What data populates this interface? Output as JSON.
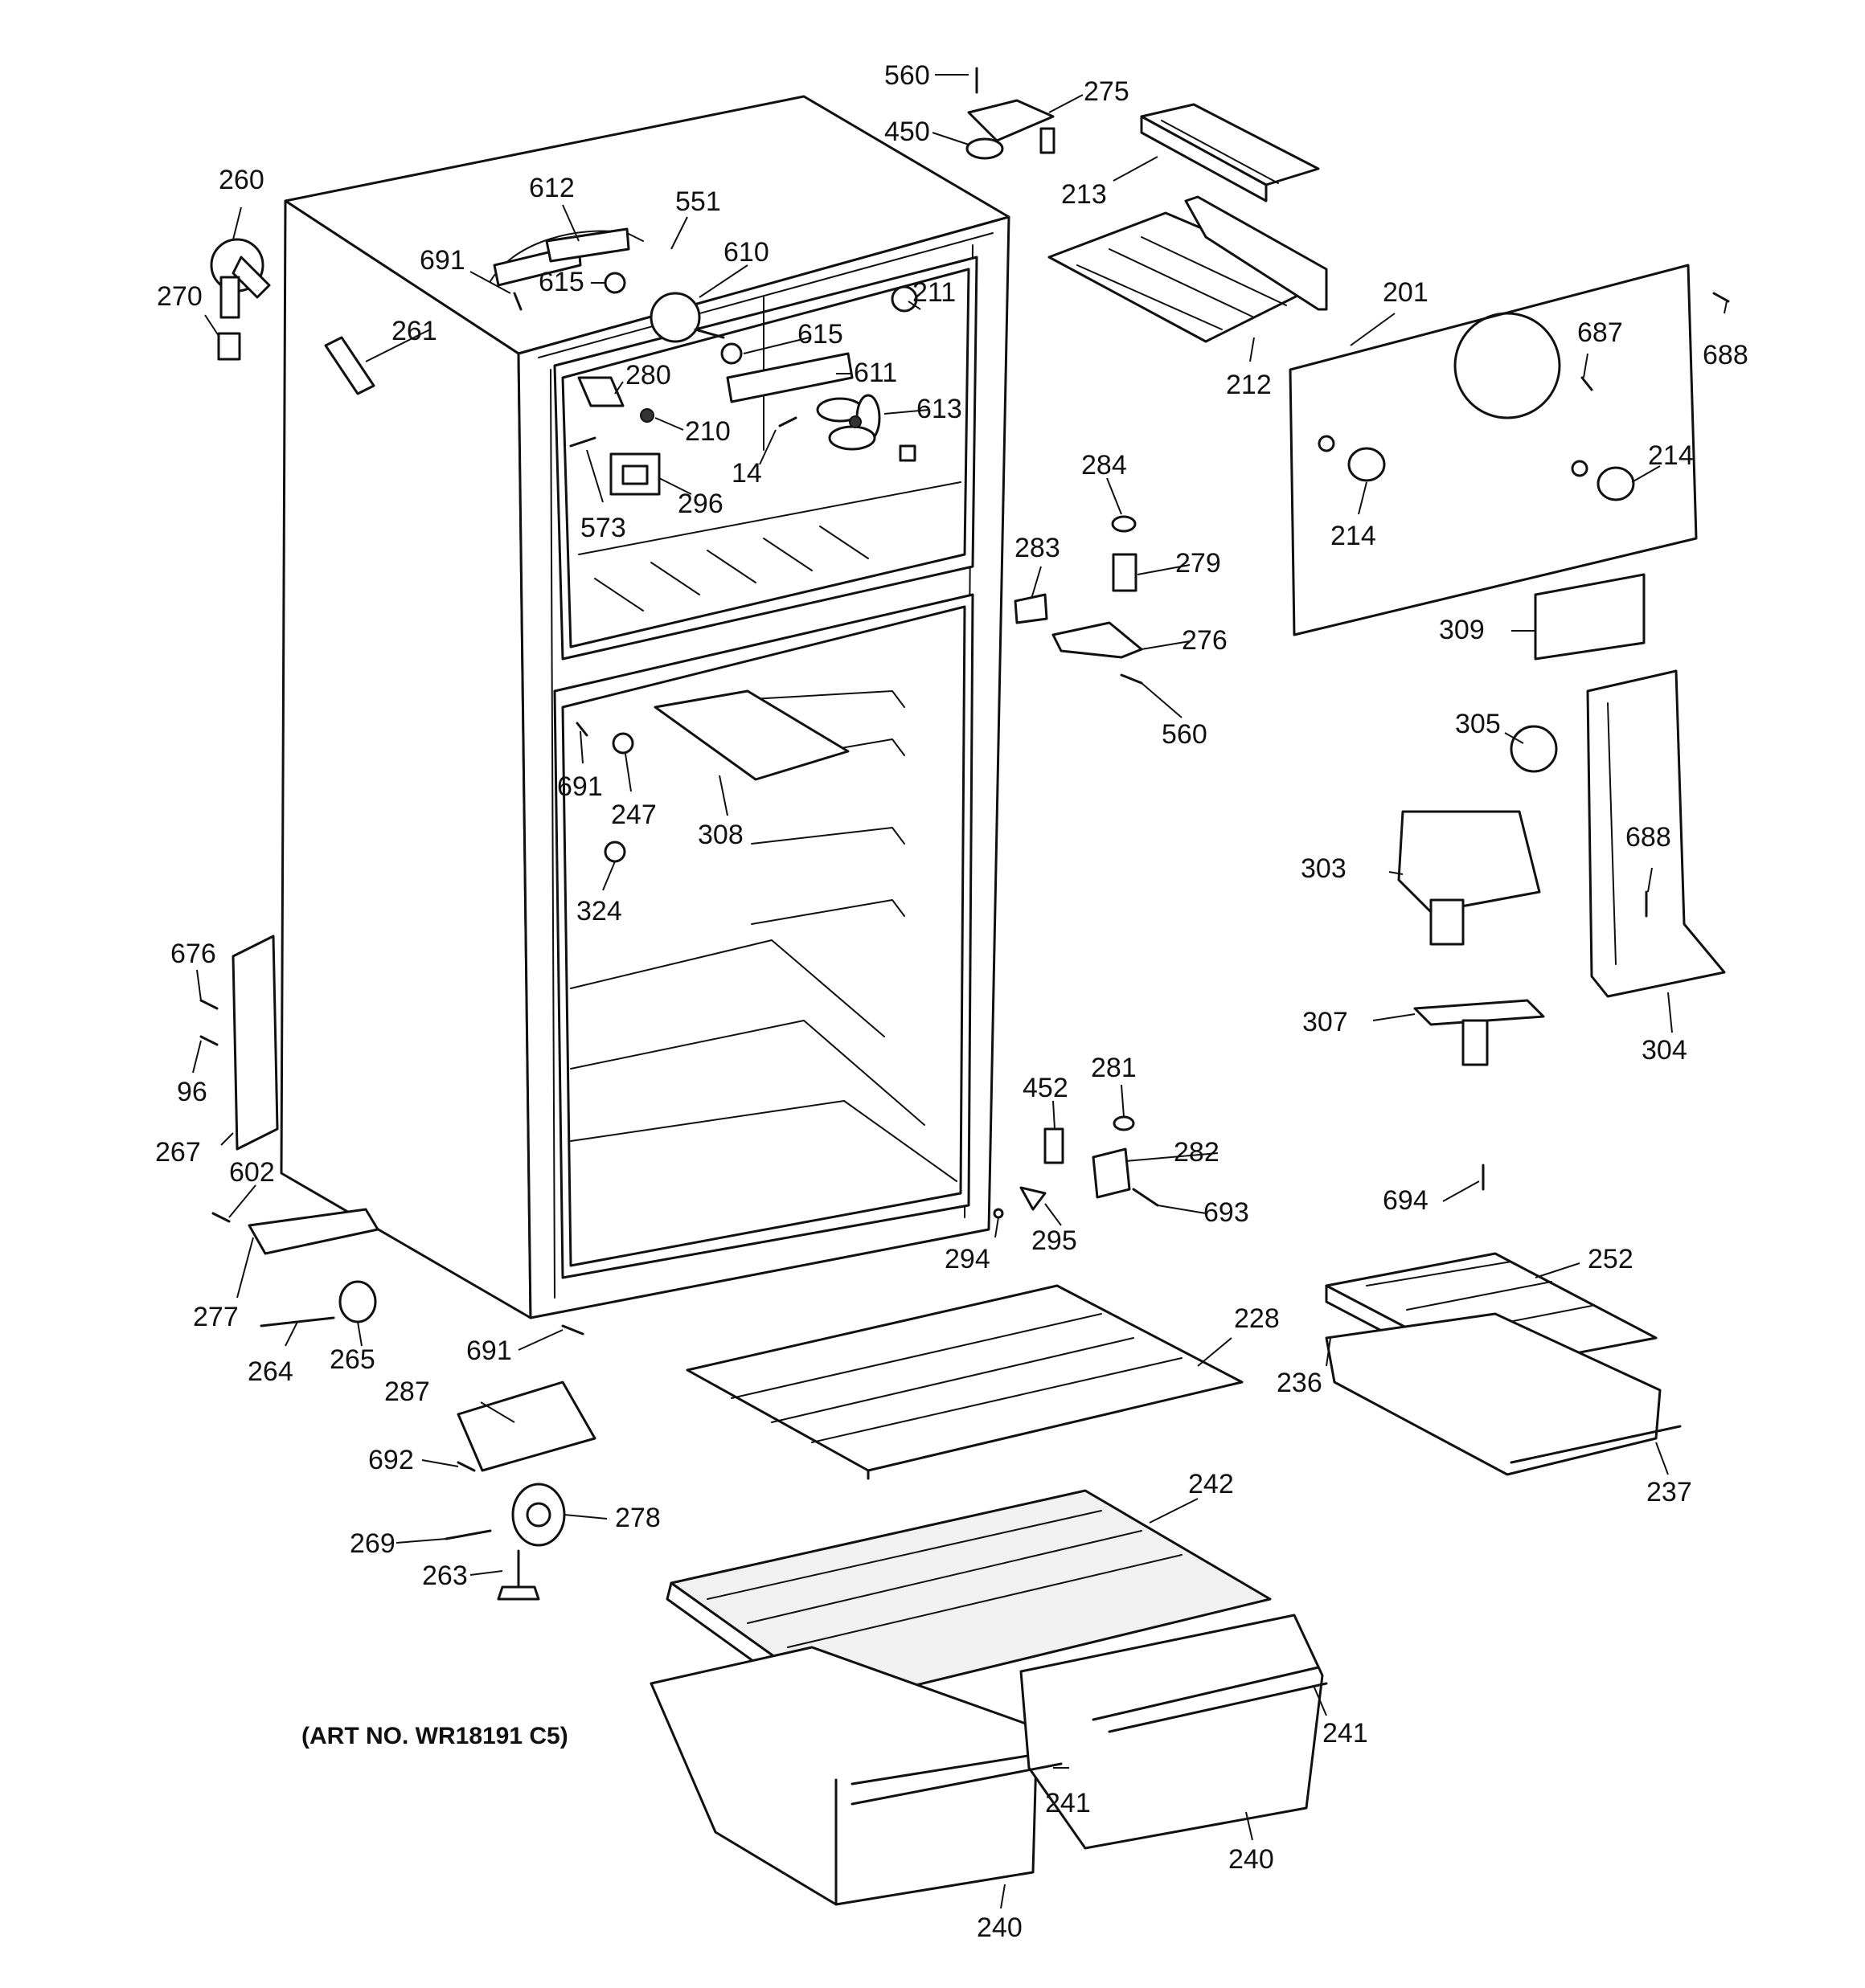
{
  "art_number": "(ART NO. WR18191 C5)",
  "callouts": [
    {
      "id": "c560a",
      "text": "560"
    },
    {
      "id": "c275",
      "text": "275"
    },
    {
      "id": "c450",
      "text": "450"
    },
    {
      "id": "c213",
      "text": "213"
    },
    {
      "id": "c260",
      "text": "260"
    },
    {
      "id": "c612",
      "text": "612"
    },
    {
      "id": "c551",
      "text": "551"
    },
    {
      "id": "c691a",
      "text": "691"
    },
    {
      "id": "c615a",
      "text": "615"
    },
    {
      "id": "c610",
      "text": "610"
    },
    {
      "id": "c270",
      "text": "270"
    },
    {
      "id": "c261",
      "text": "261"
    },
    {
      "id": "c211",
      "text": "211"
    },
    {
      "id": "c615b",
      "text": "615"
    },
    {
      "id": "c201",
      "text": "201"
    },
    {
      "id": "c687",
      "text": "687"
    },
    {
      "id": "c688a",
      "text": "688"
    },
    {
      "id": "c280",
      "text": "280"
    },
    {
      "id": "c611",
      "text": "611"
    },
    {
      "id": "c212",
      "text": "212"
    },
    {
      "id": "c613",
      "text": "613"
    },
    {
      "id": "c210",
      "text": "210"
    },
    {
      "id": "c14",
      "text": "14"
    },
    {
      "id": "c296",
      "text": "296"
    },
    {
      "id": "c573",
      "text": "573"
    },
    {
      "id": "c284",
      "text": "284"
    },
    {
      "id": "c214a",
      "text": "214"
    },
    {
      "id": "c214b",
      "text": "214"
    },
    {
      "id": "c283",
      "text": "283"
    },
    {
      "id": "c279",
      "text": "279"
    },
    {
      "id": "c276",
      "text": "276"
    },
    {
      "id": "c309",
      "text": "309"
    },
    {
      "id": "c560b",
      "text": "560"
    },
    {
      "id": "c305",
      "text": "305"
    },
    {
      "id": "c691b",
      "text": "691"
    },
    {
      "id": "c247",
      "text": "247"
    },
    {
      "id": "c308",
      "text": "308"
    },
    {
      "id": "c303",
      "text": "303"
    },
    {
      "id": "c688b",
      "text": "688"
    },
    {
      "id": "c324",
      "text": "324"
    },
    {
      "id": "c676",
      "text": "676"
    },
    {
      "id": "c96",
      "text": "96"
    },
    {
      "id": "c307",
      "text": "307"
    },
    {
      "id": "c304",
      "text": "304"
    },
    {
      "id": "c281",
      "text": "281"
    },
    {
      "id": "c452",
      "text": "452"
    },
    {
      "id": "c282",
      "text": "282"
    },
    {
      "id": "c267",
      "text": "267"
    },
    {
      "id": "c602",
      "text": "602"
    },
    {
      "id": "c693",
      "text": "693"
    },
    {
      "id": "c295",
      "text": "295"
    },
    {
      "id": "c694",
      "text": "694"
    },
    {
      "id": "c294",
      "text": "294"
    },
    {
      "id": "c252",
      "text": "252"
    },
    {
      "id": "c277",
      "text": "277"
    },
    {
      "id": "c228",
      "text": "228"
    },
    {
      "id": "c264",
      "text": "264"
    },
    {
      "id": "c265",
      "text": "265"
    },
    {
      "id": "c691c",
      "text": "691"
    },
    {
      "id": "c236",
      "text": "236"
    },
    {
      "id": "c287",
      "text": "287"
    },
    {
      "id": "c692",
      "text": "692"
    },
    {
      "id": "c237",
      "text": "237"
    },
    {
      "id": "c242",
      "text": "242"
    },
    {
      "id": "c278",
      "text": "278"
    },
    {
      "id": "c269",
      "text": "269"
    },
    {
      "id": "c263",
      "text": "263"
    },
    {
      "id": "c241a",
      "text": "241"
    },
    {
      "id": "c241b",
      "text": "241"
    },
    {
      "id": "c240a",
      "text": "240"
    },
    {
      "id": "c240b",
      "text": "240"
    }
  ]
}
